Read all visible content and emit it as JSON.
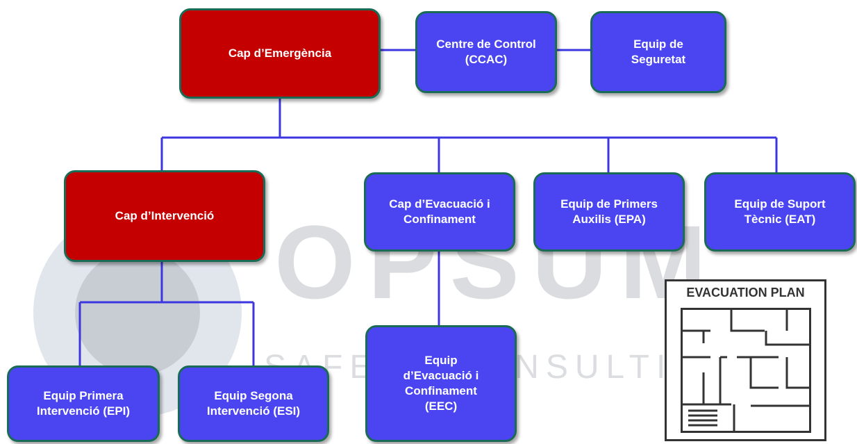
{
  "watermark": {
    "brand": "OPSUM",
    "tagline": "SAFETY CONSULTING"
  },
  "nodes": {
    "cap_emergencia": "Cap d’Emergència",
    "centre_control": "Centre de Control\n(CCAC)",
    "equip_seguretat": "Equip de\nSeguretat",
    "cap_intervencio": "Cap d’Intervenció",
    "cap_evacuacio": "Cap d’Evacuació i\nConfinament",
    "equip_primers_auxilis": "Equip de Primers\nAuxilis (EPA)",
    "equip_suport_tecnic": "Equip de Suport\nTècnic (EAT)",
    "equip_primera_intervencio": "Equip Primera\nIntervenció (EPI)",
    "equip_segona_intervencio": "Equip Segona\nIntervenció (ESI)",
    "equip_evacuacio": "Equip\nd’Evacuació i\nConfinament\n(EEC)"
  },
  "evacuation_icon": {
    "title": "EVACUATION PLAN"
  },
  "colors": {
    "red": "#c40000",
    "blue": "#4a45f0",
    "line": "#3b36e0"
  }
}
